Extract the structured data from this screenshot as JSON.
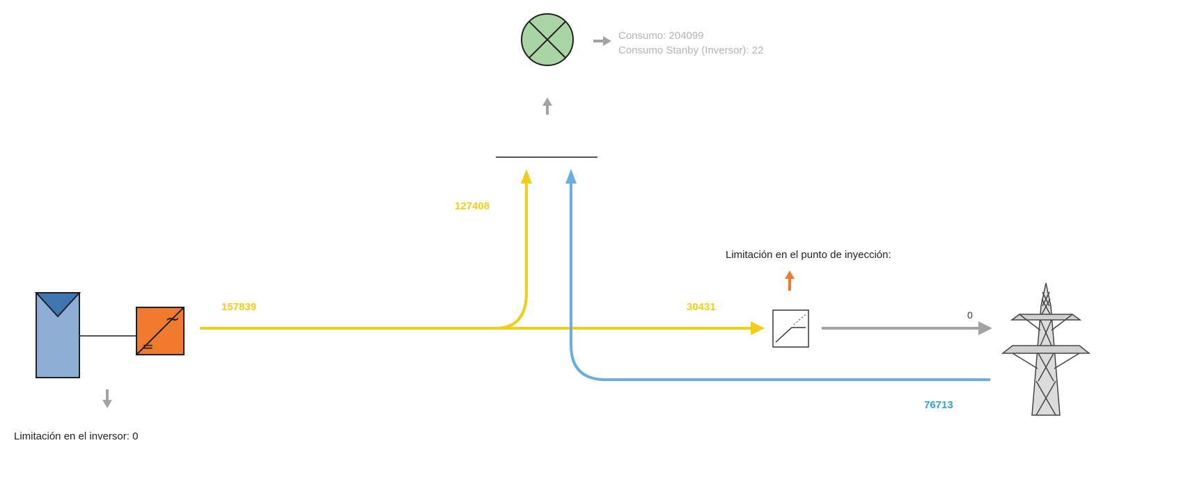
{
  "consumption": {
    "line1": "Consumo: 204099",
    "line2": "Consumo Stanby (Inversor): 22"
  },
  "flows": {
    "pv_output": "157839",
    "to_consumption_solar": "127408",
    "to_grid_solar": "30431",
    "grid_export": "0",
    "from_grid": "76713"
  },
  "limits": {
    "injection_point_label": "Limitación en el punto de inyección:",
    "inverter_label": "Limitación en el inversor: 0"
  },
  "inverter": {
    "ac_symbol": "~",
    "dc_symbol": "="
  },
  "colors": {
    "solar": "#f2cd1c",
    "grid": "#6aaee0",
    "gray": "#a3a3a3",
    "consumer": "#a9d5a5",
    "inverter": "#f07a2e",
    "panel": "#8eaed6",
    "limit_arrow": "#f07a2e",
    "grid_label": "#2fa3cf"
  }
}
